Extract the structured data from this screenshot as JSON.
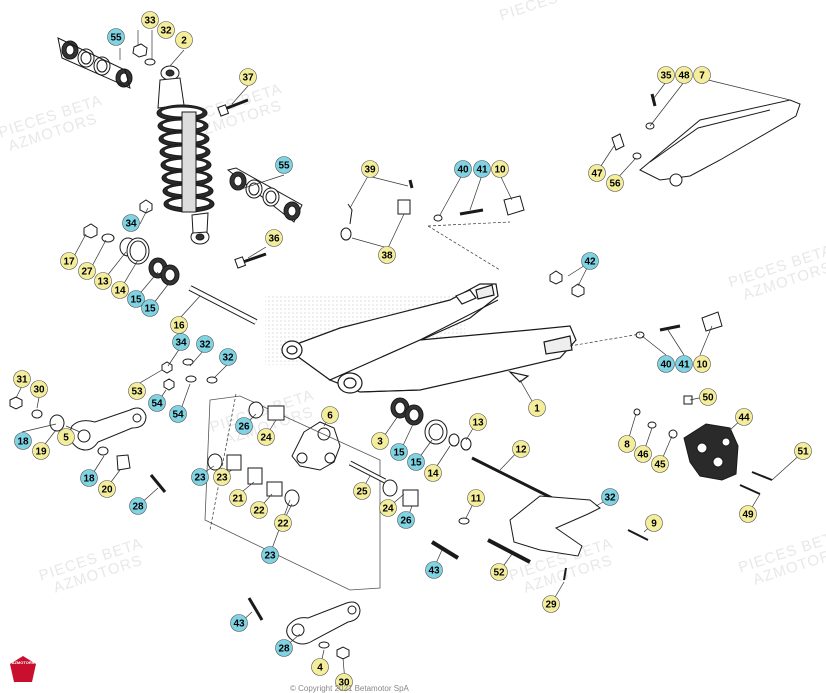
{
  "watermark": {
    "line1": "PIECES BETA",
    "line2": "AZMOTORS"
  },
  "brand": {
    "logo_text": "AZMOTORS",
    "color": "#c8102e"
  },
  "footer": {
    "text": "© Copyright 2021 Betamotor SpA"
  },
  "colors": {
    "callout_cyan": "#7fd3e3",
    "callout_yellow": "#f4ee9c",
    "line": "#1a1a1a",
    "leader": "#333333"
  },
  "callouts": [
    {
      "id": "33",
      "color": "yellow"
    },
    {
      "id": "32",
      "color": "yellow"
    },
    {
      "id": "55",
      "color": "cyan"
    },
    {
      "id": "2",
      "color": "yellow"
    },
    {
      "id": "37",
      "color": "yellow"
    },
    {
      "id": "55",
      "color": "cyan"
    },
    {
      "id": "34",
      "color": "cyan"
    },
    {
      "id": "36",
      "color": "yellow"
    },
    {
      "id": "17",
      "color": "yellow"
    },
    {
      "id": "27",
      "color": "yellow"
    },
    {
      "id": "13",
      "color": "yellow"
    },
    {
      "id": "14",
      "color": "yellow"
    },
    {
      "id": "15",
      "color": "cyan"
    },
    {
      "id": "15",
      "color": "cyan"
    },
    {
      "id": "16",
      "color": "yellow"
    },
    {
      "id": "34",
      "color": "cyan"
    },
    {
      "id": "32",
      "color": "cyan"
    },
    {
      "id": "32",
      "color": "cyan"
    },
    {
      "id": "53",
      "color": "yellow"
    },
    {
      "id": "54",
      "color": "cyan"
    },
    {
      "id": "54",
      "color": "cyan"
    },
    {
      "id": "31",
      "color": "yellow"
    },
    {
      "id": "30",
      "color": "yellow"
    },
    {
      "id": "18",
      "color": "cyan"
    },
    {
      "id": "19",
      "color": "yellow"
    },
    {
      "id": "5",
      "color": "yellow"
    },
    {
      "id": "18",
      "color": "cyan"
    },
    {
      "id": "20",
      "color": "yellow"
    },
    {
      "id": "28",
      "color": "cyan"
    },
    {
      "id": "39",
      "color": "yellow"
    },
    {
      "id": "38",
      "color": "yellow"
    },
    {
      "id": "40",
      "color": "cyan"
    },
    {
      "id": "41",
      "color": "cyan"
    },
    {
      "id": "10",
      "color": "yellow"
    },
    {
      "id": "35",
      "color": "yellow"
    },
    {
      "id": "48",
      "color": "yellow"
    },
    {
      "id": "7",
      "color": "yellow"
    },
    {
      "id": "47",
      "color": "yellow"
    },
    {
      "id": "56",
      "color": "yellow"
    },
    {
      "id": "42",
      "color": "cyan"
    },
    {
      "id": "40",
      "color": "cyan"
    },
    {
      "id": "41",
      "color": "cyan"
    },
    {
      "id": "10",
      "color": "yellow"
    },
    {
      "id": "1",
      "color": "yellow"
    },
    {
      "id": "6",
      "color": "yellow"
    },
    {
      "id": "26",
      "color": "cyan"
    },
    {
      "id": "24",
      "color": "yellow"
    },
    {
      "id": "23",
      "color": "cyan"
    },
    {
      "id": "23",
      "color": "yellow"
    },
    {
      "id": "21",
      "color": "yellow"
    },
    {
      "id": "22",
      "color": "yellow"
    },
    {
      "id": "22",
      "color": "yellow"
    },
    {
      "id": "23",
      "color": "cyan"
    },
    {
      "id": "25",
      "color": "yellow"
    },
    {
      "id": "24",
      "color": "yellow"
    },
    {
      "id": "26",
      "color": "cyan"
    },
    {
      "id": "3",
      "color": "yellow"
    },
    {
      "id": "15",
      "color": "cyan"
    },
    {
      "id": "15",
      "color": "cyan"
    },
    {
      "id": "14",
      "color": "yellow"
    },
    {
      "id": "13",
      "color": "yellow"
    },
    {
      "id": "12",
      "color": "yellow"
    },
    {
      "id": "11",
      "color": "yellow"
    },
    {
      "id": "32",
      "color": "cyan"
    },
    {
      "id": "9",
      "color": "yellow"
    },
    {
      "id": "43",
      "color": "cyan"
    },
    {
      "id": "52",
      "color": "yellow"
    },
    {
      "id": "29",
      "color": "yellow"
    },
    {
      "id": "50",
      "color": "yellow"
    },
    {
      "id": "44",
      "color": "yellow"
    },
    {
      "id": "8",
      "color": "yellow"
    },
    {
      "id": "46",
      "color": "yellow"
    },
    {
      "id": "45",
      "color": "yellow"
    },
    {
      "id": "51",
      "color": "yellow"
    },
    {
      "id": "49",
      "color": "yellow"
    },
    {
      "id": "43",
      "color": "cyan"
    },
    {
      "id": "28",
      "color": "cyan"
    },
    {
      "id": "4",
      "color": "yellow"
    },
    {
      "id": "30",
      "color": "yellow"
    },
    {
      "id": "31",
      "color": "cyan"
    }
  ]
}
